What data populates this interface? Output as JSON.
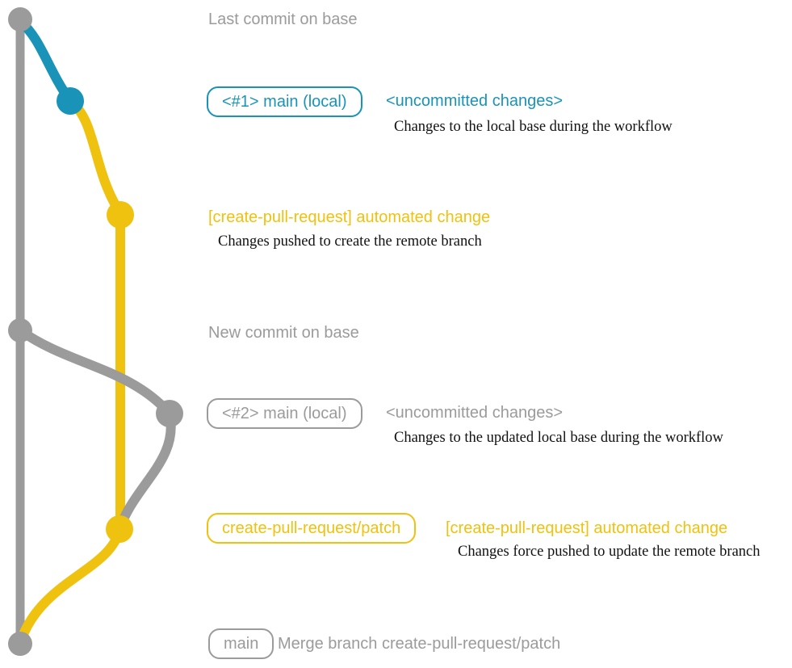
{
  "colors": {
    "gray": "#9b9b9b",
    "blue": "#1a93b8",
    "yellow": "#eec20f",
    "caption_text": "#111111",
    "background": "#ffffff"
  },
  "labels": {
    "last_commit": "Last commit on base",
    "new_commit": "New commit on base"
  },
  "branch1": {
    "pill": "<#1> main (local)",
    "status": "<uncommitted changes>",
    "caption": "Changes to the local base during the workflow"
  },
  "commit1": {
    "label": "[create-pull-request] automated change",
    "caption": "Changes pushed to create the remote branch"
  },
  "branch2": {
    "pill": "<#2> main (local)",
    "status": "<uncommitted changes>",
    "caption": "Changes to the updated local base during the workflow"
  },
  "patch_branch": {
    "pill": "create-pull-request/patch",
    "label": "[create-pull-request] automated change",
    "caption": "Changes force pushed to update the remote branch"
  },
  "merge": {
    "pill": "main",
    "label": "Merge branch create-pull-request/patch"
  }
}
